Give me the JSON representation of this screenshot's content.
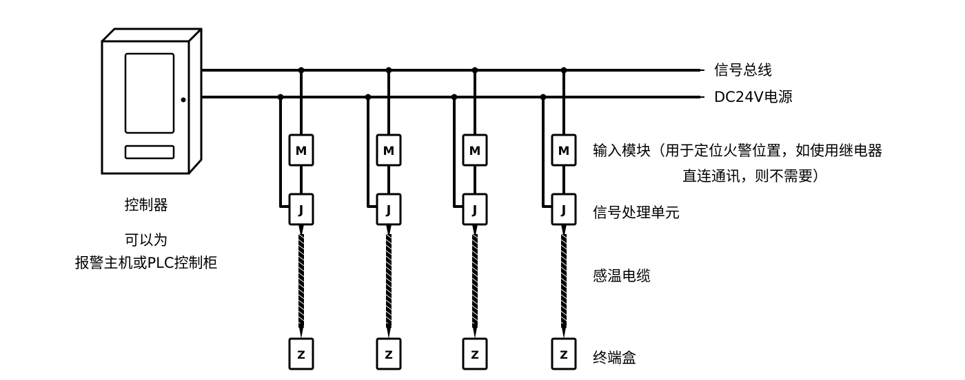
{
  "controller": {
    "title": "控制器",
    "subtitle_line1": "可以为",
    "subtitle_line2": "报警主机或PLC控制柜"
  },
  "bus": {
    "signal_label": "信号总线",
    "power_label": "DC24V电源"
  },
  "legend": {
    "input_module_line1": "输入模块（用于定位火警位置，如使用继电器",
    "input_module_line2": "直连通讯，则不需要）",
    "processor": "信号处理单元",
    "cable": "感温电缆",
    "end_box": "终端盒"
  },
  "block_letters": {
    "input_module": "M",
    "processor": "J",
    "end_box": "Z"
  },
  "branch_count": 4,
  "colors": {
    "line": "#000000",
    "background": "#ffffff"
  }
}
